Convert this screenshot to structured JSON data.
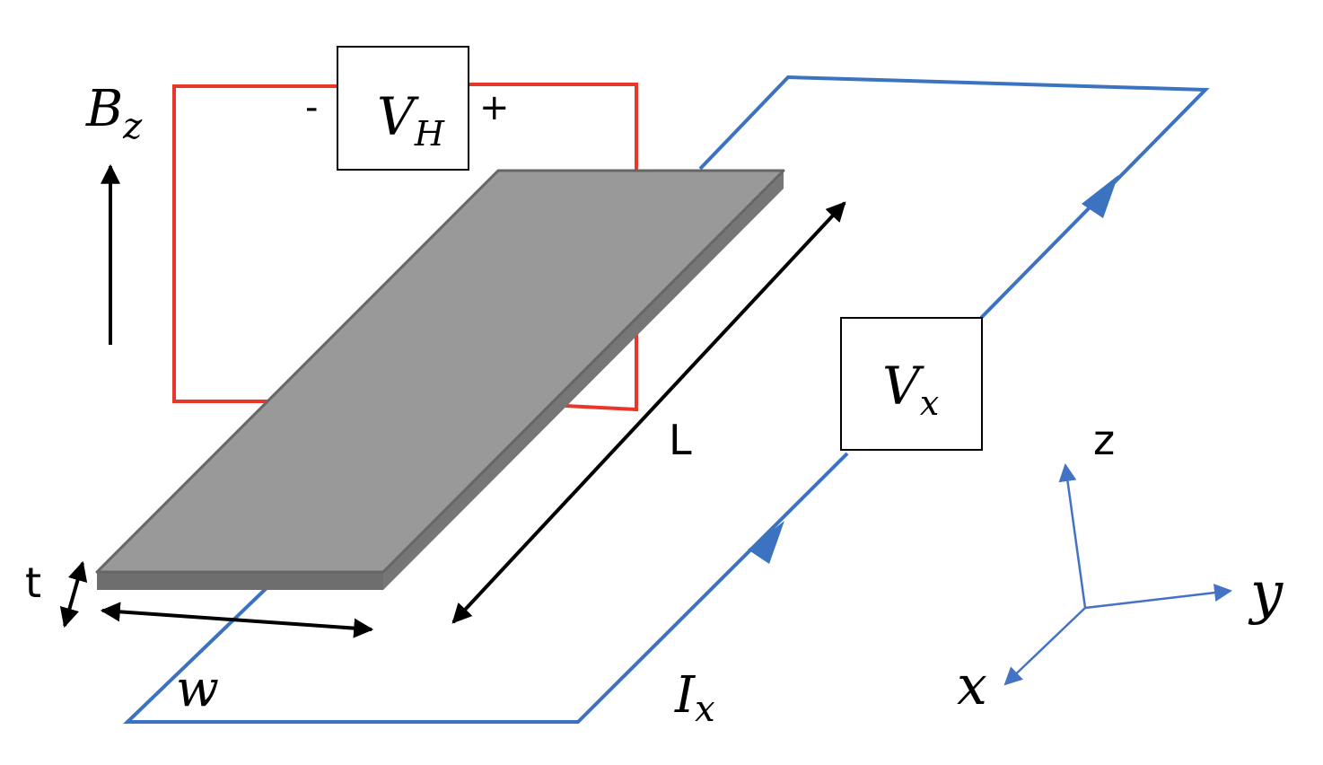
{
  "colors": {
    "red_circuit": "#e8362a",
    "blue_circuit": "#3b73c0",
    "axis_blue": "#4472c4",
    "slab_top": "#999999",
    "slab_edge": "#6f6e6f",
    "ink": "#000000"
  },
  "labels": {
    "field": {
      "main": "B",
      "sub": "z"
    },
    "hall_meter": {
      "main": "V",
      "sub": "H",
      "minus": "-",
      "plus": "+"
    },
    "x_meter": {
      "main": "V",
      "sub": "x"
    },
    "current": {
      "main": "I",
      "sub": "x"
    },
    "length": "L",
    "width": "w",
    "thickness": "t",
    "axes": {
      "x": "x",
      "y": "y",
      "z": "z"
    }
  }
}
